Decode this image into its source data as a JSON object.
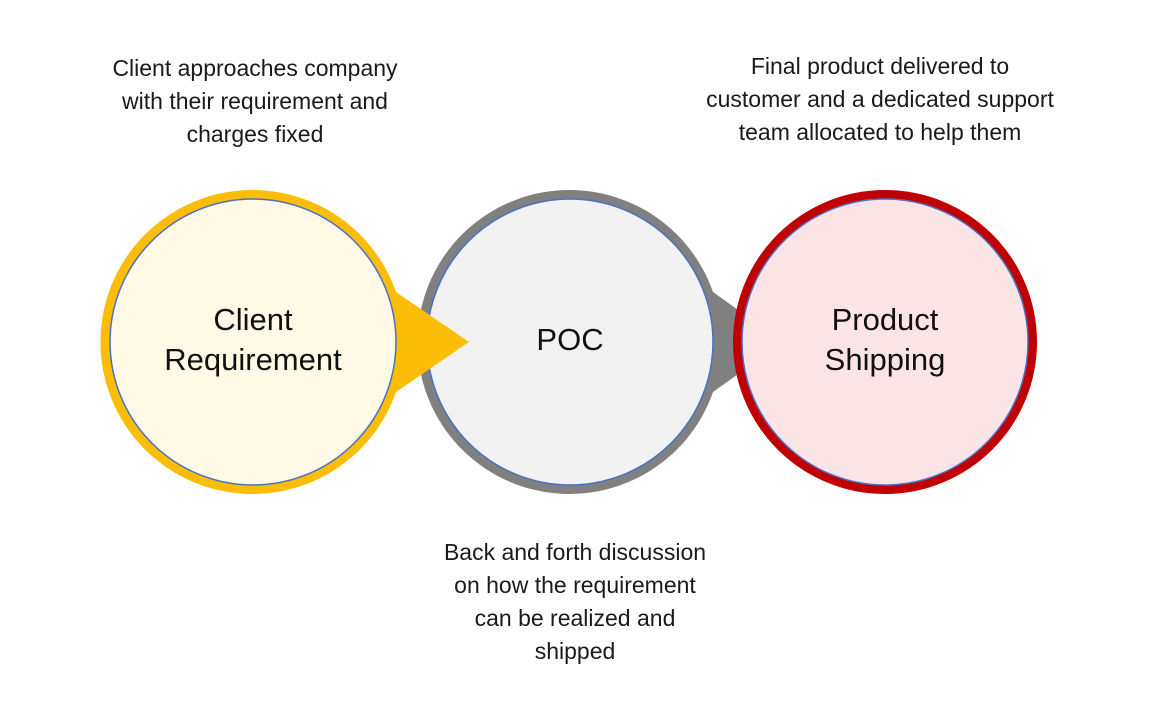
{
  "colors": {
    "client_ring": "#fbbd08",
    "client_fill": "#fff9e6",
    "poc_ring": "#808080",
    "poc_fill": "#f2f2f2",
    "shipping_ring": "#c00000",
    "shipping_fill": "#fbe4e6",
    "inner_outline": "#4a72c4"
  },
  "stages": [
    {
      "id": "client-requirement",
      "label_lines": [
        "Client",
        "Requirement"
      ],
      "note_lines": [
        "Client approaches company",
        "with their requirement and",
        "charges fixed"
      ]
    },
    {
      "id": "poc",
      "label_lines": [
        "POC"
      ],
      "note_lines": [
        "Back and forth discussion",
        "on how the requirement",
        "can be realized and",
        "shipped"
      ]
    },
    {
      "id": "product-shipping",
      "label_lines": [
        "Product",
        "Shipping"
      ],
      "note_lines": [
        "Final product delivered to",
        "customer and a dedicated support",
        "team allocated to help them"
      ]
    }
  ]
}
